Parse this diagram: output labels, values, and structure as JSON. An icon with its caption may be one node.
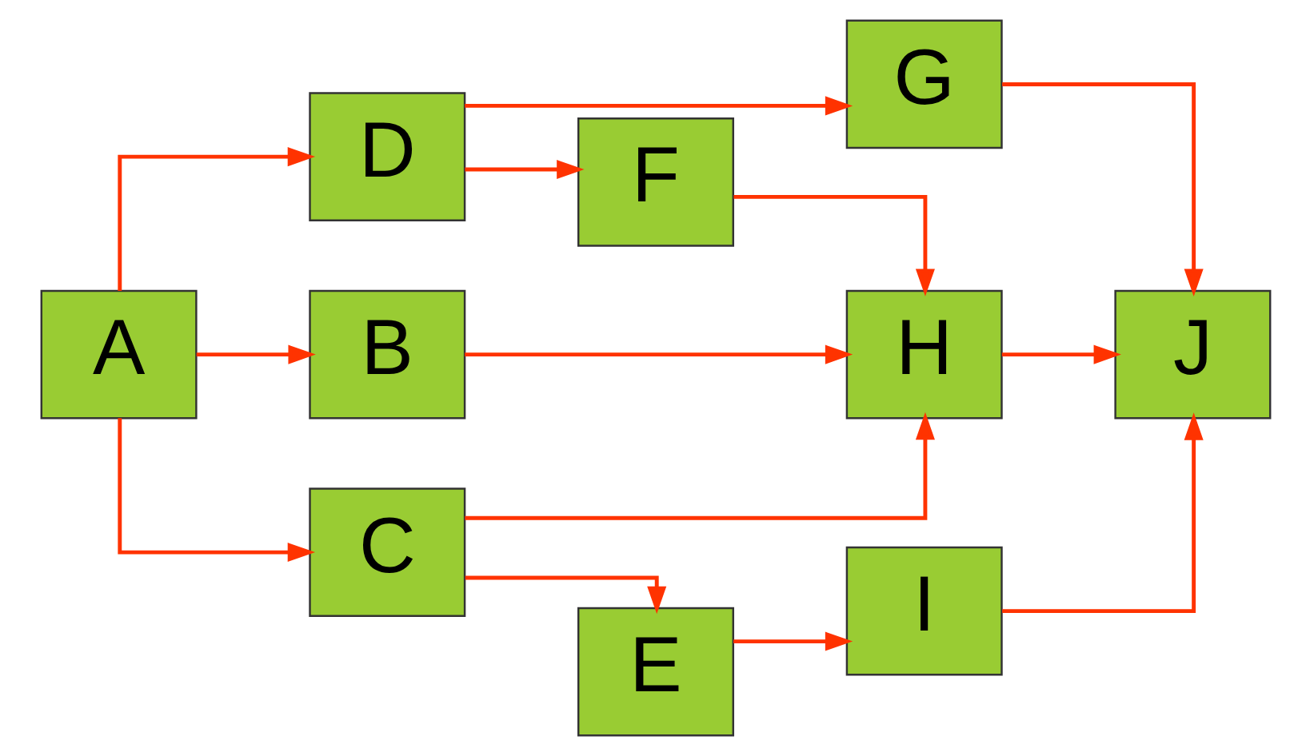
{
  "diagram": {
    "nodes": [
      {
        "text": [
          "A"
        ]
      },
      {
        "text": [
          "B"
        ]
      },
      {
        "text": [
          "D"
        ]
      },
      {
        "text": [
          "H"
        ]
      },
      {
        "text": [
          "F"
        ]
      },
      {
        "text": [
          "J"
        ]
      },
      {
        "text": [
          "C"
        ]
      },
      {
        "text": [
          "E"
        ]
      },
      {
        "text": [
          "I"
        ]
      },
      {
        "text": [
          "G"
        ]
      }
    ],
    "edges": [
      {
        "from": 0,
        "to": 1,
        "arrow": "to"
      },
      {
        "from": 0,
        "to": 2,
        "arrow": "to"
      },
      {
        "from": 0,
        "to": 6,
        "arrow": "to"
      },
      {
        "from": 1,
        "to": 3,
        "arrow": "to"
      },
      {
        "from": 2,
        "to": 4,
        "arrow": "to"
      },
      {
        "from": 2,
        "to": 9,
        "arrow": "to"
      },
      {
        "from": 6,
        "to": 3,
        "arrow": "to"
      },
      {
        "from": 4,
        "to": 3,
        "arrow": "to"
      },
      {
        "from": 3,
        "to": 5,
        "arrow": "to"
      },
      {
        "from": 6,
        "to": 7,
        "arrow": "to"
      },
      {
        "from": 7,
        "to": 8,
        "arrow": "to"
      },
      {
        "from": 8,
        "to": 5,
        "arrow": "to"
      },
      {
        "from": 9,
        "to": 5,
        "arrow": "to"
      }
    ]
  }
}
